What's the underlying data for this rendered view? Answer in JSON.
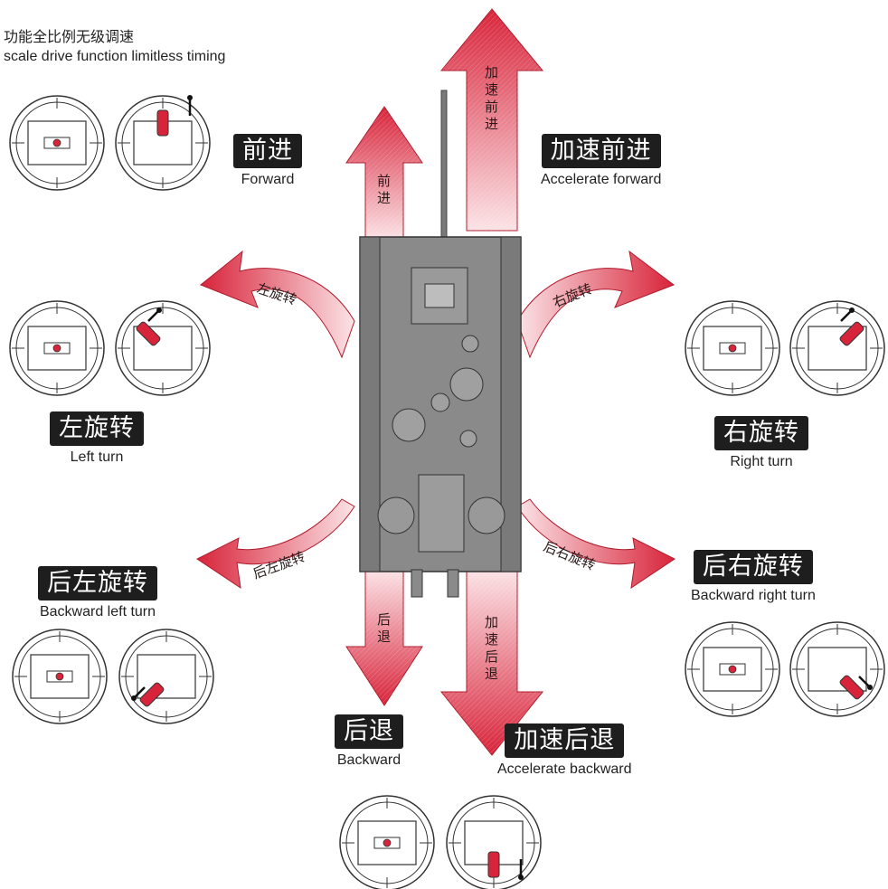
{
  "header": {
    "zh": "功能全比例无级调速",
    "en": "scale drive function limitless timing"
  },
  "labels": {
    "forward": {
      "zh": "前进",
      "en": "Forward"
    },
    "accel_forward": {
      "zh": "加速前进",
      "en": "Accelerate forward"
    },
    "left_turn": {
      "zh": "左旋转",
      "en": "Left turn"
    },
    "right_turn": {
      "zh": "右旋转",
      "en": "Right turn"
    },
    "back_left": {
      "zh": "后左旋转",
      "en": "Backward left turn"
    },
    "back_right": {
      "zh": "后右旋转",
      "en": "Backward right turn"
    },
    "backward": {
      "zh": "后退",
      "en": "Backward"
    },
    "accel_backward": {
      "zh": "加速后退",
      "en": "Accelerate backward"
    }
  },
  "arrow_texts": {
    "forward": "前进",
    "accel_forward": "加速前进",
    "left_turn": "左旋转",
    "right_turn": "右旋转",
    "back_left": "后左旋转",
    "back_right": "后右旋转",
    "backward": "后退",
    "accel_backward": "加速后退"
  },
  "colors": {
    "arrow_light": "#fbe3e6",
    "arrow_dark": "#d8243a",
    "tank_body": "#8a8a8a",
    "badge_bg": "#1e1e1e"
  }
}
